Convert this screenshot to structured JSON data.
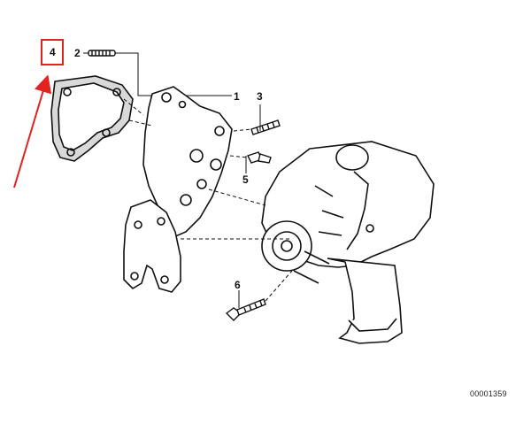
{
  "diagram": {
    "callouts": [
      {
        "id": "1",
        "label": "1"
      },
      {
        "id": "2",
        "label": "2"
      },
      {
        "id": "3",
        "label": "3"
      },
      {
        "id": "4",
        "label": "4"
      },
      {
        "id": "5",
        "label": "5"
      },
      {
        "id": "6",
        "label": "6"
      }
    ],
    "code": "00001359",
    "highlight": {
      "target": "4",
      "color": "#e32222"
    }
  }
}
